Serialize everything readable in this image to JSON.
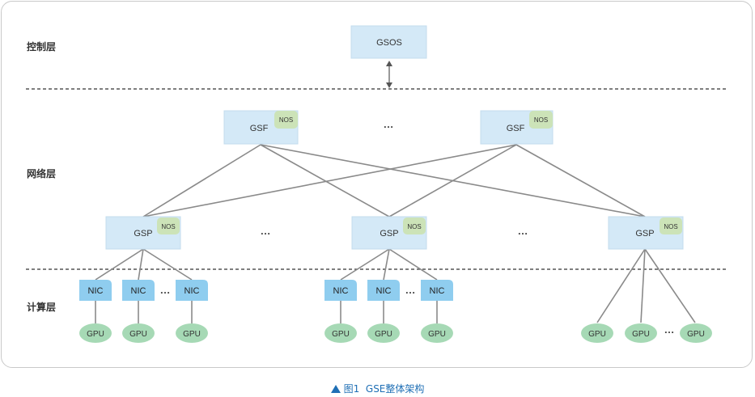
{
  "layers": {
    "control": "控制层",
    "network": "网络层",
    "compute": "计算层"
  },
  "nodes": {
    "gsos": "GSOS",
    "gsf": "GSF",
    "gsp": "GSP",
    "nos": "NOS",
    "nic": "NIC",
    "gpu": "GPU"
  },
  "ellipsis": "…",
  "caption": {
    "prefix": "图1",
    "title": "GSE整体架构"
  },
  "colors": {
    "box_fill": "#d4e9f7",
    "nos_fill": "#cce3b8",
    "nic_fill": "#8fcdef",
    "gpu_fill": "#a6d9b5",
    "line": "#8a8a8a",
    "divider": "#555555",
    "caption": "#1f6fb5"
  }
}
